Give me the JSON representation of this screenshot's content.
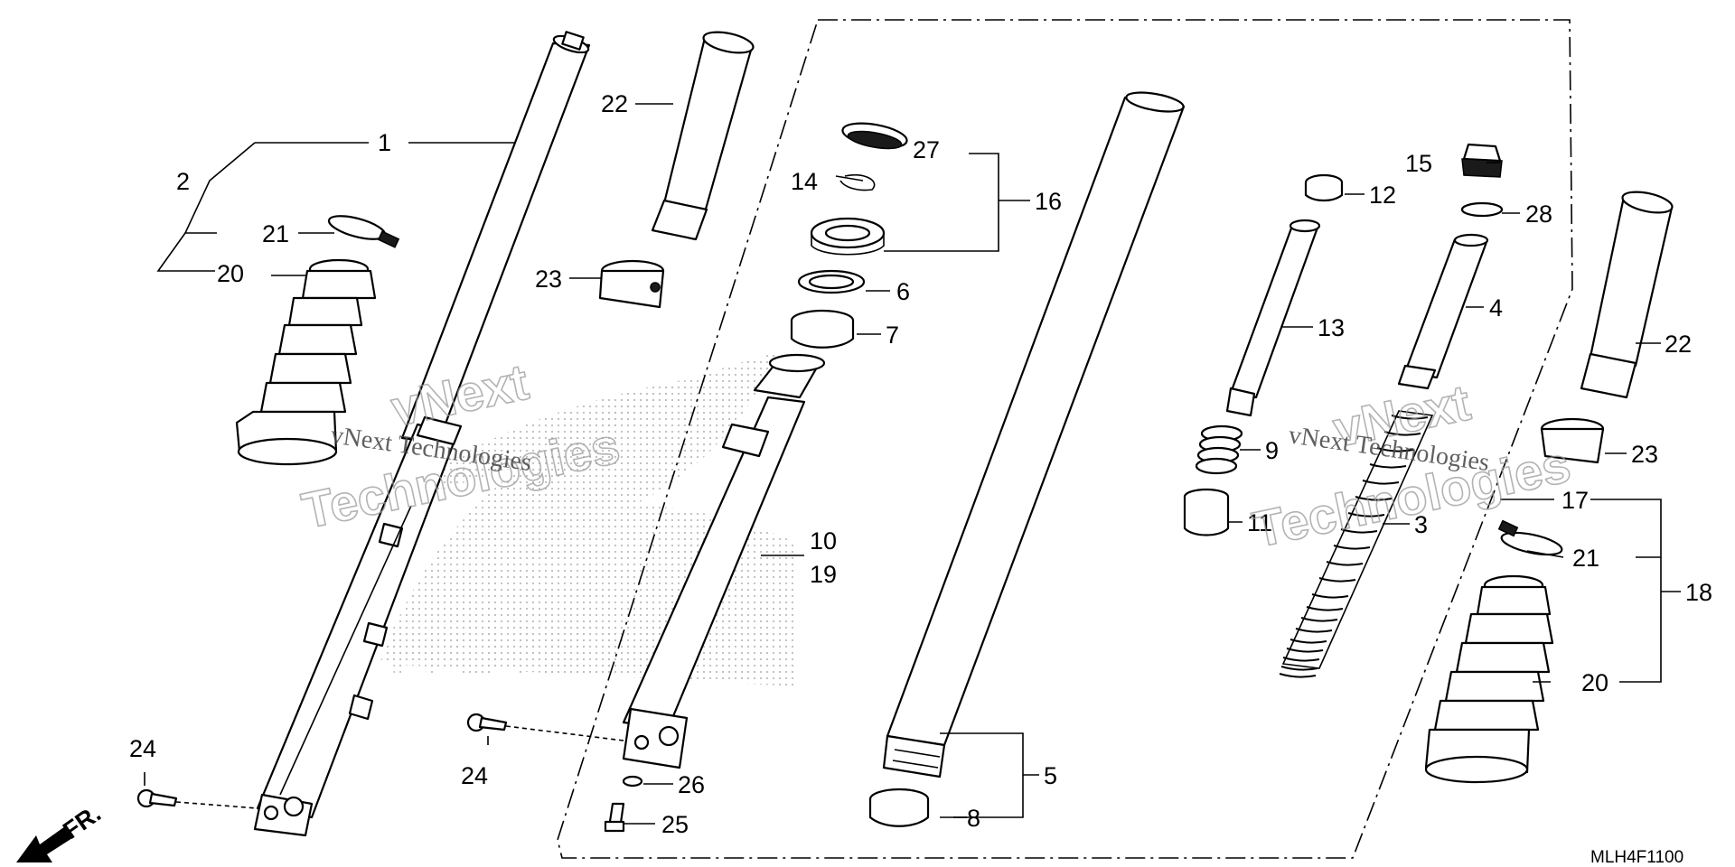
{
  "diagram": {
    "callouts": [
      "1",
      "2",
      "21",
      "20",
      "22",
      "23",
      "24",
      "14",
      "27",
      "16",
      "6",
      "7",
      "10",
      "19",
      "24",
      "26",
      "25",
      "5",
      "8",
      "15",
      "12",
      "28",
      "13",
      "4",
      "9",
      "11",
      "3",
      "22",
      "23",
      "17",
      "21",
      "18",
      "20"
    ],
    "diagram_code": "MLH4F1100",
    "direction_label": "FR.",
    "watermarks": [
      {
        "line1": "vNext",
        "line2": "Technologies",
        "caption": "vNext Technologies"
      },
      {
        "line1": "vNext",
        "line2": "Technologies",
        "caption": "vNext Technologies"
      }
    ],
    "icons": [
      "front-direction-arrow-icon",
      "honda-wing-logo-icon"
    ]
  }
}
